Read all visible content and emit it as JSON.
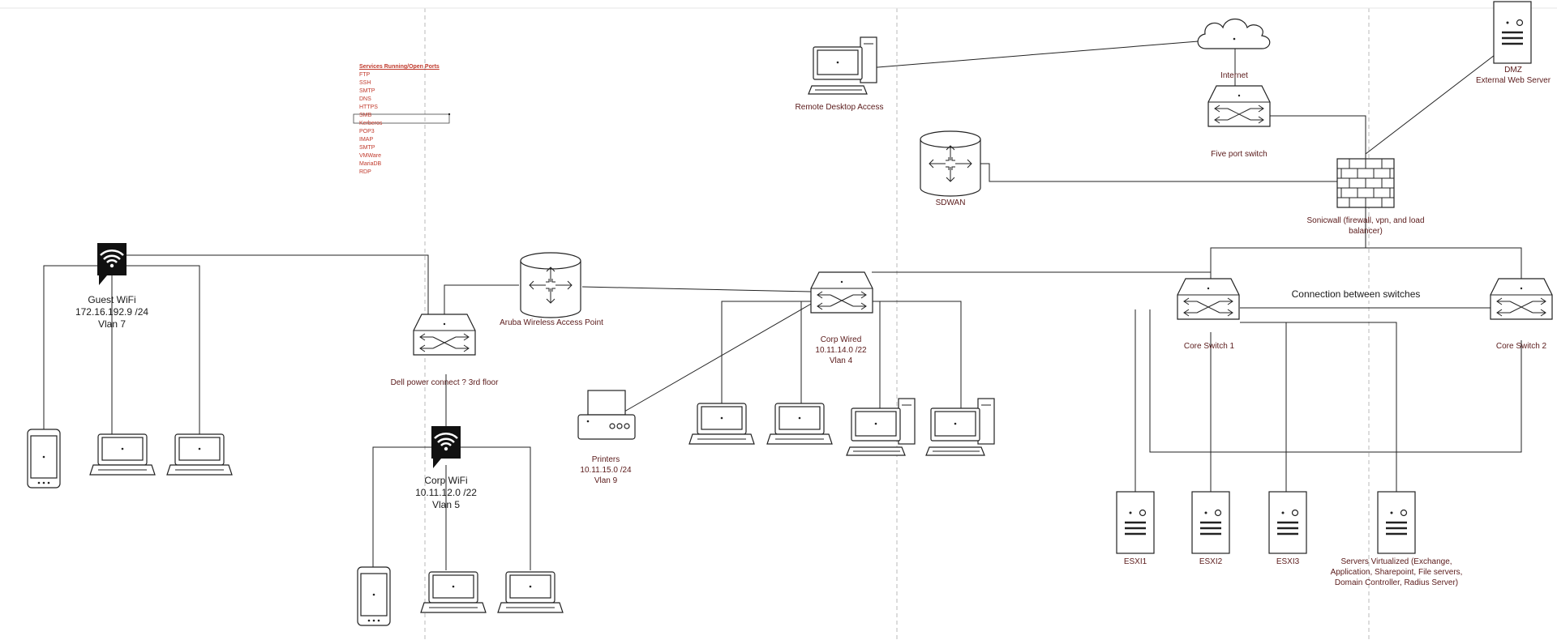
{
  "services": {
    "title": "Services Running/Open Ports",
    "items": [
      "FTP",
      "SSH",
      "SMTP",
      "DNS",
      "HTTPS",
      "SMB",
      "Kerberos",
      "POP3",
      "IMAP",
      "SMTP",
      "VMWare",
      "MariaDB",
      "RDP"
    ]
  },
  "labels": {
    "remote_desktop": "Remote Desktop Access",
    "internet": "Internet",
    "dmz_line1": "DMZ",
    "dmz_line2": "External Web Server",
    "five_port_switch": "Five port switch",
    "sdwan": "SDWAN",
    "sonicwall_line1": "Sonicwall (firewall, vpn, and load",
    "sonicwall_line2": "balancer)",
    "guest_wifi_line1": "Guest WiFi",
    "guest_wifi_line2": "172.16.192.9 /24",
    "guest_wifi_line3": "Vlan 7",
    "aruba": "Aruba Wireless Access Point",
    "dell_switch": "Dell power connect ? 3rd floor",
    "corp_wired_line1": "Corp Wired",
    "corp_wired_line2": "10.11.14.0 /22",
    "corp_wired_line3": "Vlan 4",
    "connection_between_switches": "Connection between switches",
    "core_switch_1": "Core Switch 1",
    "core_switch_2": "Core Switch 2",
    "printers_line1": "Printers",
    "printers_line2": "10.11.15.0 /24",
    "printers_line3": "Vlan 9",
    "corp_wifi_line1": "Corp WiFi",
    "corp_wifi_line2": "10.11.12.0 /22",
    "corp_wifi_line3": "Vlan 5",
    "esxi1": "ESXI1",
    "esxi2": "ESXI2",
    "esxi3": "ESXI3",
    "servers_line1": "Servers Virtualized (Exchange,",
    "servers_line2": "Application, Sharepoint, File servers,",
    "servers_line3": "Domain Controller, Radius Server)"
  }
}
